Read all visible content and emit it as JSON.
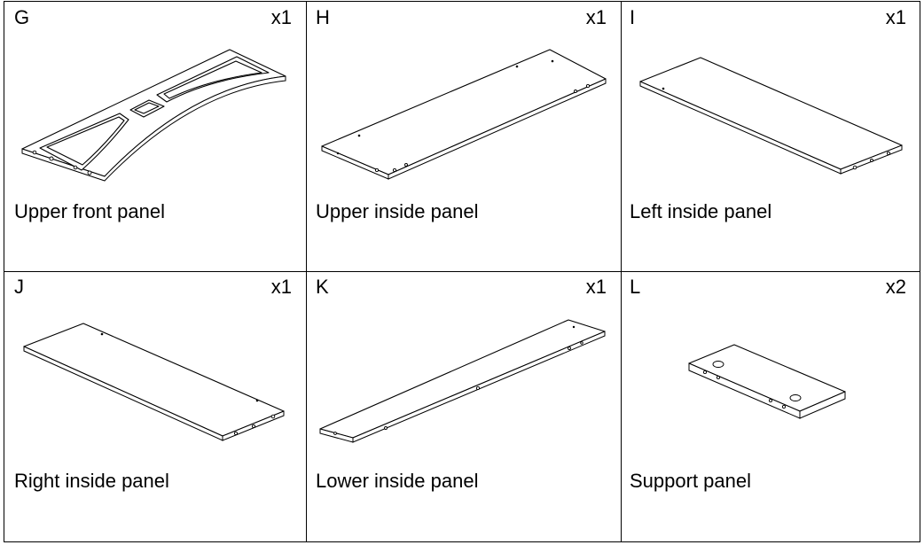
{
  "parts": [
    {
      "letter": "G",
      "qty": "x1",
      "name": "Upper front panel"
    },
    {
      "letter": "H",
      "qty": "x1",
      "name": "Upper inside panel"
    },
    {
      "letter": "I",
      "qty": "x1",
      "name": "Left inside panel"
    },
    {
      "letter": "J",
      "qty": "x1",
      "name": "Right inside panel"
    },
    {
      "letter": "K",
      "qty": "x1",
      "name": "Lower inside panel"
    },
    {
      "letter": "L",
      "qty": "x2",
      "name": "Support panel"
    }
  ]
}
